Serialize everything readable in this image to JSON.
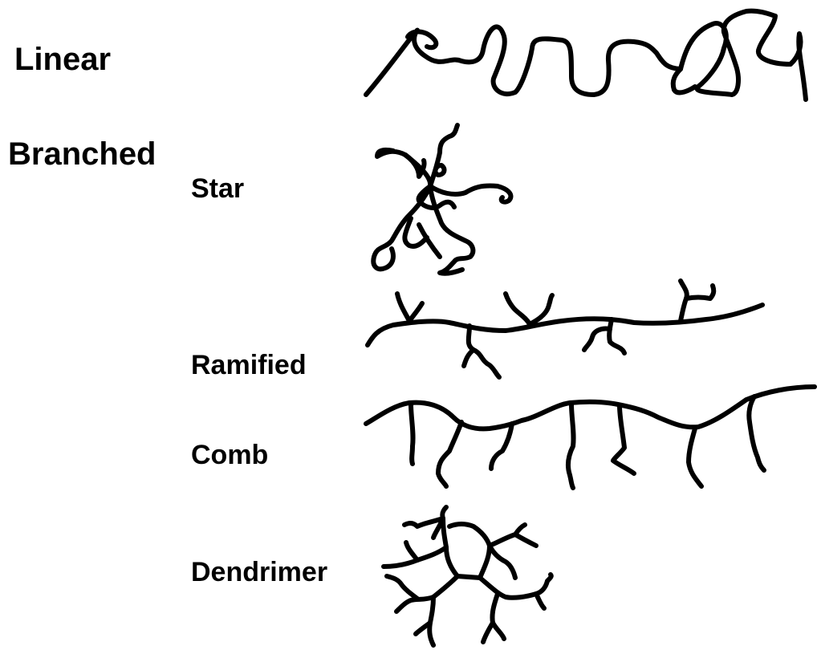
{
  "labels": {
    "linear": "Linear",
    "branched": "Branched",
    "star": "Star",
    "ramified": "Ramified",
    "comb": "Comb",
    "dendrimer": "Dendrimer"
  },
  "colors": {
    "ink": "#000000",
    "background": "#ffffff"
  }
}
